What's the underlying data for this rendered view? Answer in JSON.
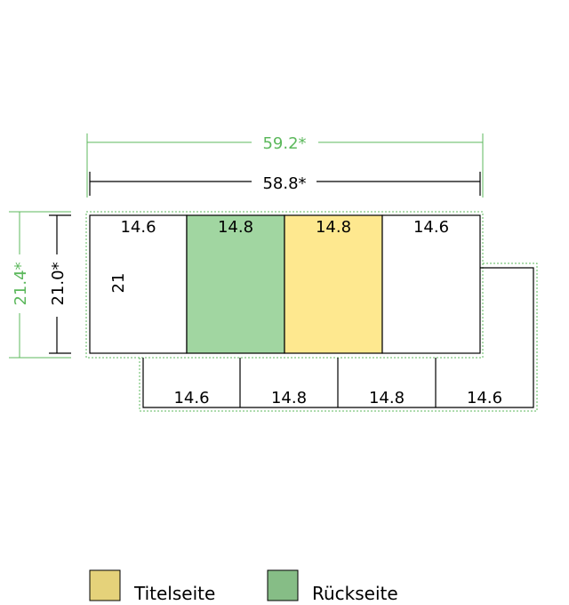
{
  "colors": {
    "title_panel": "#fee88f",
    "back_panel": "#a1d6a1",
    "bleed_dimension": "#5cb85c",
    "legend_title": "#e5d27a",
    "legend_back": "#86bd86",
    "outline": "#000000"
  },
  "dimensions": {
    "bleed_width": "59.2*",
    "trim_width": "58.8*",
    "bleed_height": "21.4*",
    "trim_height": "21.0*",
    "panel_height": "21"
  },
  "front_panels": [
    {
      "label": "14.6",
      "role": "plain"
    },
    {
      "label": "14.8",
      "role": "back"
    },
    {
      "label": "14.8",
      "role": "title"
    },
    {
      "label": "14.6",
      "role": "plain"
    }
  ],
  "fold_panels": [
    {
      "label": "14.6"
    },
    {
      "label": "14.8"
    },
    {
      "label": "14.8"
    },
    {
      "label": "14.6"
    }
  ],
  "legend": {
    "title_page": "Titelseite",
    "back_page": "Rückseite"
  }
}
